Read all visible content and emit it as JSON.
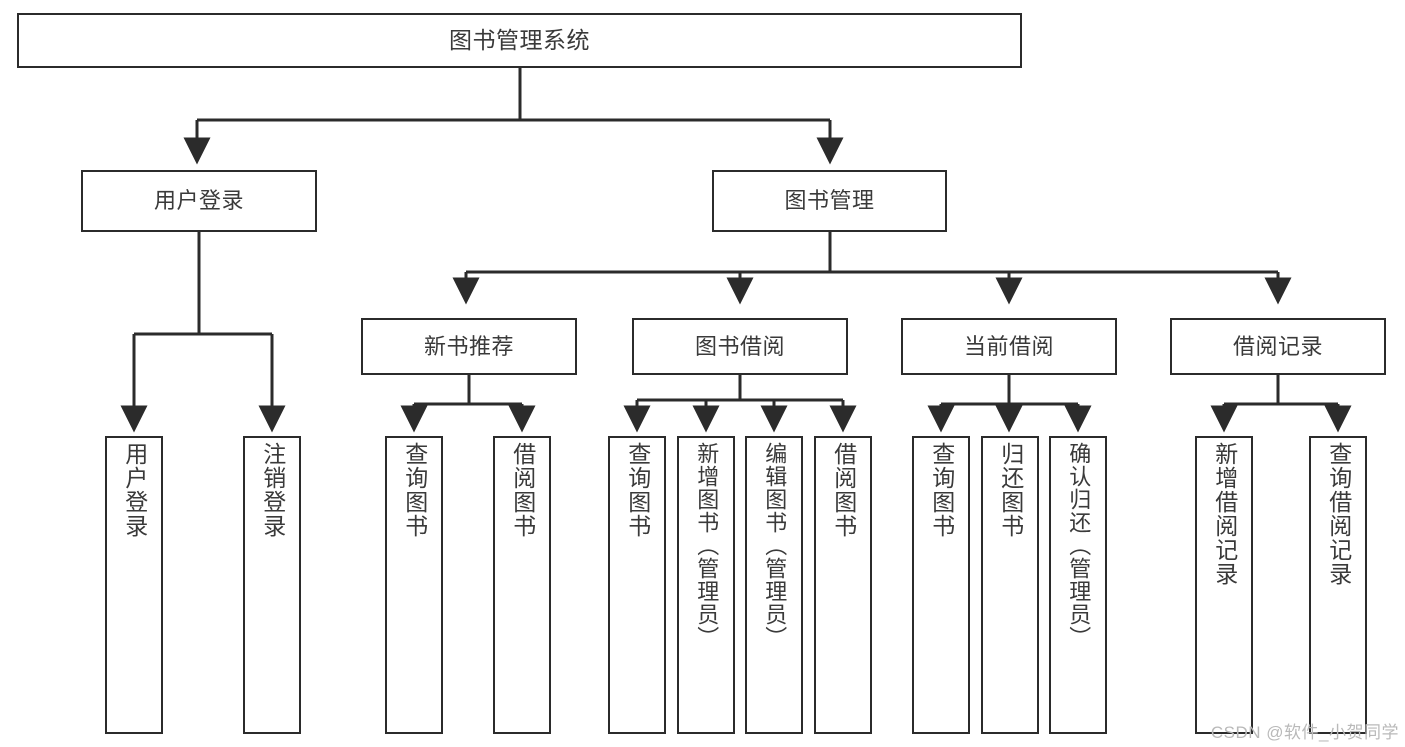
{
  "diagram": {
    "type": "tree-hierarchy",
    "title": "图书管理系统",
    "orientation": "top-down",
    "colors": {
      "box_border": "#2b2b2b",
      "box_fill": "#ffffff",
      "connector": "#2b2b2b",
      "text": "#3a3a3a",
      "watermark": "#b9b9b9"
    },
    "levels": 3,
    "root": {
      "id": "root",
      "label": "图书管理系统"
    },
    "level2": [
      {
        "id": "user-login",
        "label": "用户登录"
      },
      {
        "id": "book-manage",
        "label": "图书管理"
      }
    ],
    "level3": [
      {
        "id": "new-book-rec",
        "label": "新书推荐",
        "parent": "book-manage"
      },
      {
        "id": "book-borrow",
        "label": "图书借阅",
        "parent": "book-manage"
      },
      {
        "id": "current-borrow",
        "label": "当前借阅",
        "parent": "book-manage"
      },
      {
        "id": "borrow-record",
        "label": "借阅记录",
        "parent": "book-manage"
      }
    ],
    "leaves": {
      "user-login": [
        {
          "id": "leaf-user-login",
          "label": "用户登录"
        },
        {
          "id": "leaf-user-logout",
          "label": "注销登录"
        }
      ],
      "new-book-rec": [
        {
          "id": "leaf-query-book-1",
          "label": "查询图书"
        },
        {
          "id": "leaf-borrow-book-1",
          "label": "借阅图书"
        }
      ],
      "book-borrow": [
        {
          "id": "leaf-query-book-2",
          "label": "查询图书"
        },
        {
          "id": "leaf-add-book",
          "label": "新增图书（管理员）"
        },
        {
          "id": "leaf-edit-book",
          "label": "编辑图书（管理员）"
        },
        {
          "id": "leaf-borrow-book-2",
          "label": "借阅图书"
        }
      ],
      "current-borrow": [
        {
          "id": "leaf-query-book-3",
          "label": "查询图书"
        },
        {
          "id": "leaf-return-book",
          "label": "归还图书"
        },
        {
          "id": "leaf-confirm-return",
          "label": "确认归还（管理员）"
        }
      ],
      "borrow-record": [
        {
          "id": "leaf-add-record",
          "label": "新增借阅记录"
        },
        {
          "id": "leaf-query-record",
          "label": "查询借阅记录"
        }
      ]
    }
  },
  "watermark": {
    "text": "CSDN @软件_小贺同学"
  }
}
